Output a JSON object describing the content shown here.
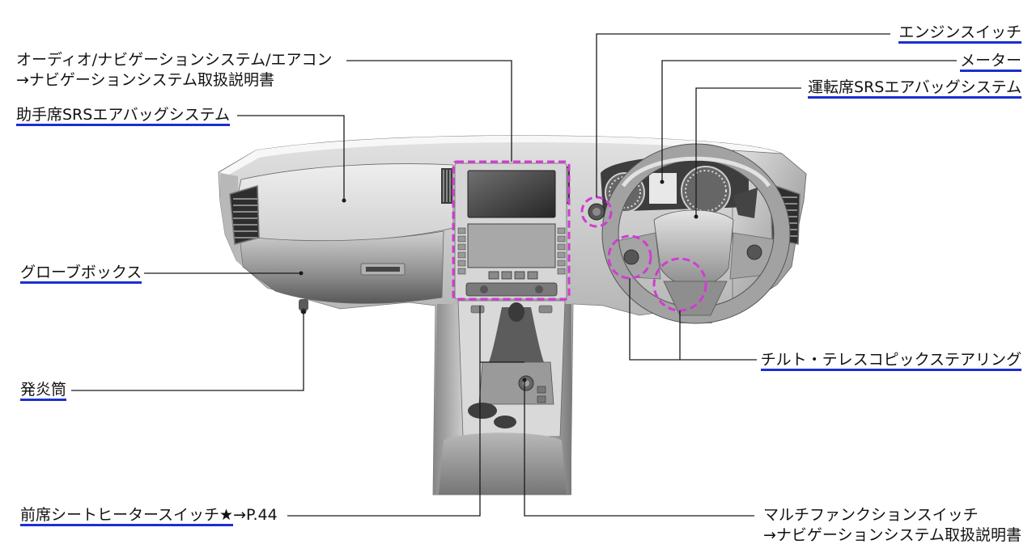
{
  "labels": {
    "audio_nav_aircon": {
      "title": "オーディオ/ナビゲーションシステム/エアコン",
      "reference": "→ナビゲーションシステム取扱説明書"
    },
    "passenger_airbag": "助手席SRSエアバッグシステム",
    "glove_box": "グローブボックス",
    "flare": "発炎筒",
    "seat_heater": {
      "link": "前席シートヒータースイッチ★",
      "page_ref": "→P.44"
    },
    "engine_switch": "エンジンスイッチ",
    "meter": "メーター",
    "driver_airbag": "運転席SRSエアバッグシステム",
    "tilt_telescopic_steering": "チルト・テレスコピックステアリング",
    "multifunction_switch": {
      "title": "マルチファンクションスイッチ",
      "reference": "→ナビゲーションシステム取扱説明書"
    }
  },
  "colors": {
    "link_underline": "#1b2fd1",
    "highlight": "#d23bd2",
    "leader_line": "#1a1a1a"
  }
}
